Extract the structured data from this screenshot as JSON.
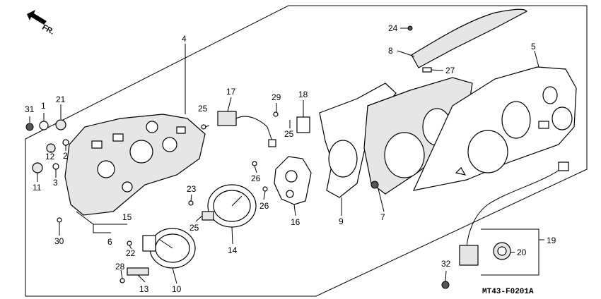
{
  "direction_label": "FR.",
  "diagram_code": "MT43-F0201A",
  "callouts": [
    {
      "id": "c31",
      "text": "31"
    },
    {
      "id": "c1",
      "text": "1"
    },
    {
      "id": "c21",
      "text": "21"
    },
    {
      "id": "c2",
      "text": "2"
    },
    {
      "id": "c12",
      "text": "12"
    },
    {
      "id": "c11",
      "text": "11"
    },
    {
      "id": "c3",
      "text": "3"
    },
    {
      "id": "c4",
      "text": "4"
    },
    {
      "id": "c25a",
      "text": "25"
    },
    {
      "id": "c17",
      "text": "17"
    },
    {
      "id": "c29",
      "text": "29"
    },
    {
      "id": "c18",
      "text": "18"
    },
    {
      "id": "c25b",
      "text": "25"
    },
    {
      "id": "c26a",
      "text": "26"
    },
    {
      "id": "c26b",
      "text": "26"
    },
    {
      "id": "c16",
      "text": "16"
    },
    {
      "id": "c23",
      "text": "23"
    },
    {
      "id": "c25c",
      "text": "25"
    },
    {
      "id": "c15",
      "text": "15"
    },
    {
      "id": "c6",
      "text": "6"
    },
    {
      "id": "c30",
      "text": "30"
    },
    {
      "id": "c22",
      "text": "22"
    },
    {
      "id": "c14",
      "text": "14"
    },
    {
      "id": "c28",
      "text": "28"
    },
    {
      "id": "c13",
      "text": "13"
    },
    {
      "id": "c10",
      "text": "10"
    },
    {
      "id": "c24",
      "text": "24"
    },
    {
      "id": "c8",
      "text": "8"
    },
    {
      "id": "c27",
      "text": "27"
    },
    {
      "id": "c5",
      "text": "5"
    },
    {
      "id": "c9",
      "text": "9"
    },
    {
      "id": "c7",
      "text": "7"
    },
    {
      "id": "c19",
      "text": "19"
    },
    {
      "id": "c20",
      "text": "20"
    },
    {
      "id": "c32",
      "text": "32"
    }
  ]
}
